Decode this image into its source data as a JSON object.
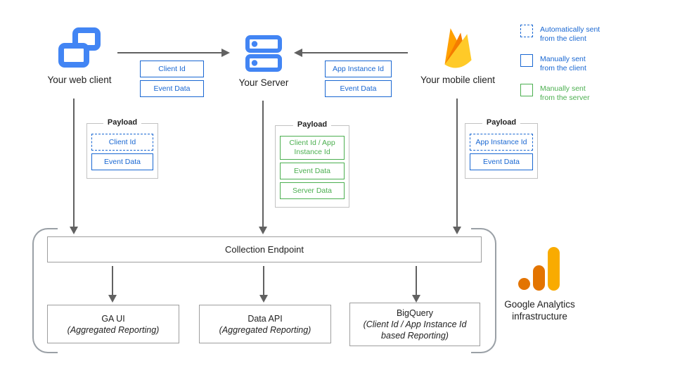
{
  "colors": {
    "blue": "#1967D2",
    "icon_blue": "#4285F4",
    "green": "#4CAF50",
    "arrow": "#616161",
    "box_border": "#9E9E9E",
    "payload_border": "#C2C2C2",
    "bracket": "#9AA0A6",
    "text_dark": "#212121",
    "ga_orange": "#E37400",
    "ga_amber": "#F9AB00",
    "firebase_yellow": "#FFCA28",
    "firebase_orange": "#FFA000",
    "firebase_deep_orange": "#F57C00"
  },
  "nodes": {
    "web_client": "Your web client",
    "server": "Your Server",
    "mobile_client": "Your mobile client"
  },
  "flows": {
    "web_to_server": {
      "labels": [
        "Client Id",
        "Event Data"
      ]
    },
    "mobile_to_server": {
      "labels": [
        "App Instance Id",
        "Event Data"
      ]
    }
  },
  "payloads": {
    "web": {
      "title": "Payload",
      "items": [
        {
          "label": "Client Id",
          "style": "dashed-blue"
        },
        {
          "label": "Event Data",
          "style": "solid-blue"
        }
      ]
    },
    "server": {
      "title": "Payload",
      "items": [
        {
          "label": "Client Id / App Instance Id",
          "style": "solid-green"
        },
        {
          "label": "Event Data",
          "style": "solid-green"
        },
        {
          "label": "Server Data",
          "style": "solid-green"
        }
      ]
    },
    "mobile": {
      "title": "Payload",
      "items": [
        {
          "label": "App Instance Id",
          "style": "dashed-blue"
        },
        {
          "label": "Event Data",
          "style": "solid-blue"
        }
      ]
    }
  },
  "legend": {
    "items": [
      {
        "line1": "Automatically sent",
        "line2": "from the client",
        "style": "dashed-blue"
      },
      {
        "line1": "Manually sent",
        "line2": "from the client",
        "style": "solid-blue"
      },
      {
        "line1": "Manually sent",
        "line2": "from the server",
        "style": "solid-green"
      }
    ]
  },
  "infrastructure": {
    "collection_endpoint": "Collection Endpoint",
    "outputs": [
      {
        "title": "GA UI",
        "subtitle": "(Aggregated Reporting)"
      },
      {
        "title": "Data API",
        "subtitle": "(Aggregated Reporting)"
      },
      {
        "title": "BigQuery",
        "subtitle": "(Client Id / App Instance Id based Reporting)"
      }
    ],
    "caption": {
      "line1": "Google Analytics",
      "line2": "infrastructure"
    }
  }
}
